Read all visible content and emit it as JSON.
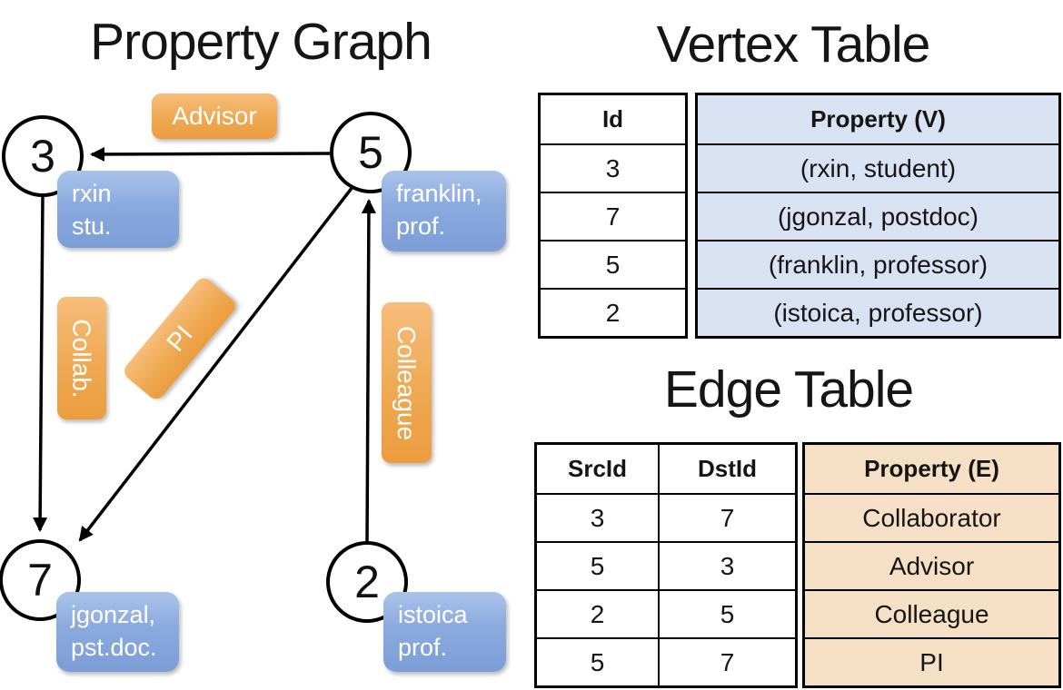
{
  "graph": {
    "title": "Property Graph",
    "nodes": {
      "n3": {
        "id": "3",
        "prop_line1": "rxin",
        "prop_line2": "stu."
      },
      "n5": {
        "id": "5",
        "prop_line1": "franklin,",
        "prop_line2": "prof."
      },
      "n7": {
        "id": "7",
        "prop_line1": "jgonzal,",
        "prop_line2": "pst.doc."
      },
      "n2": {
        "id": "2",
        "prop_line1": "istoica",
        "prop_line2": "prof."
      }
    },
    "edge_labels": {
      "advisor": "Advisor",
      "collab": "Collab.",
      "pi": "PI",
      "colleague": "Colleague"
    }
  },
  "vertex_table": {
    "title": "Vertex Table",
    "columns": {
      "id": "Id",
      "property": "Property (V)"
    },
    "rows": [
      {
        "id": "3",
        "property": "(rxin, student)"
      },
      {
        "id": "7",
        "property": "(jgonzal, postdoc)"
      },
      {
        "id": "5",
        "property": "(franklin, professor)"
      },
      {
        "id": "2",
        "property": "(istoica, professor)"
      }
    ]
  },
  "edge_table": {
    "title": "Edge Table",
    "columns": {
      "src": "SrcId",
      "dst": "DstId",
      "property": "Property (E)"
    },
    "rows": [
      {
        "src": "3",
        "dst": "7",
        "property": "Collaborator"
      },
      {
        "src": "5",
        "dst": "3",
        "property": "Advisor"
      },
      {
        "src": "2",
        "dst": "5",
        "property": "Colleague"
      },
      {
        "src": "5",
        "dst": "7",
        "property": "PI"
      }
    ]
  },
  "colors": {
    "edge_label_orange": "#EC9C3E",
    "vertex_box_blue": "#7D9DD8",
    "vertex_table_fill": "#D9E2F2",
    "edge_table_fill": "#F6E0C5"
  }
}
